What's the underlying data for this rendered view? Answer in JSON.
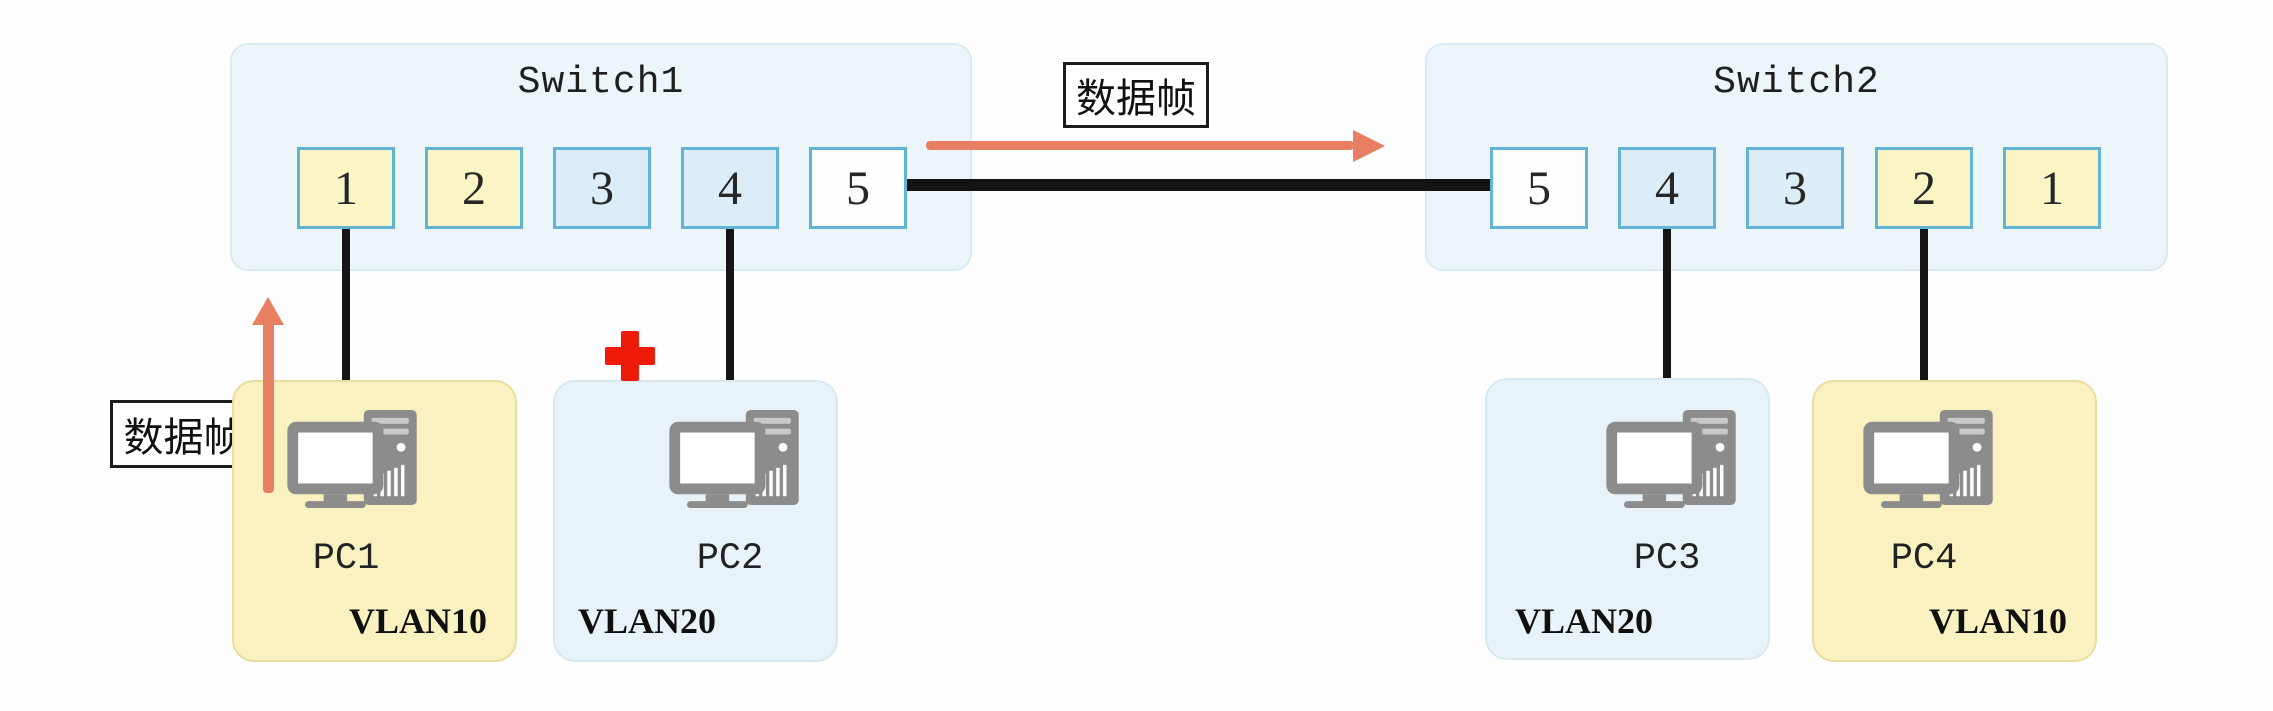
{
  "diagram": {
    "title_note": "VLAN frame-forwarding diagram",
    "switch1": {
      "title": "Switch1",
      "ports": [
        {
          "label": "1",
          "fill": "vlan10-yellow"
        },
        {
          "label": "2",
          "fill": "vlan10-yellow"
        },
        {
          "label": "3",
          "fill": "vlan20-blue"
        },
        {
          "label": "4",
          "fill": "vlan20-blue"
        },
        {
          "label": "5",
          "fill": "trunk-white"
        }
      ]
    },
    "switch2": {
      "title": "Switch2",
      "ports": [
        {
          "label": "5",
          "fill": "trunk-white"
        },
        {
          "label": "4",
          "fill": "vlan20-blue"
        },
        {
          "label": "3",
          "fill": "vlan20-blue"
        },
        {
          "label": "2",
          "fill": "vlan10-yellow"
        },
        {
          "label": "1",
          "fill": "vlan10-yellow"
        }
      ]
    },
    "frame_labels": {
      "top": "数据帧",
      "left": "数据帧"
    },
    "pcs": [
      {
        "name": "PC1",
        "vlan": "VLAN10",
        "box_fill": "yellow",
        "vlan_align": "right"
      },
      {
        "name": "PC2",
        "vlan": "VLAN20",
        "box_fill": "blue",
        "vlan_align": "left"
      },
      {
        "name": "PC3",
        "vlan": "VLAN20",
        "box_fill": "blue",
        "vlan_align": "left"
      },
      {
        "name": "PC4",
        "vlan": "VLAN10",
        "box_fill": "yellow",
        "vlan_align": "right"
      }
    ],
    "icons": {
      "pc": "desktop-computer-icon",
      "blocked": "red-cross-icon"
    },
    "colors": {
      "switch_fill": "#ecf5fa",
      "switch_border": "#d9eaf3",
      "port_border": "#63b3d4",
      "port_vlan10_fill": "#fbf4c5",
      "port_vlan20_fill": "#dcedf7",
      "port_trunk_fill": "#fdfefe",
      "pc_vlan10_box": "#f9f1c0",
      "pc_vlan20_box": "#e8f3f9",
      "frame_arrow": "#e87f63",
      "blocked_cross": "#ed1a0a",
      "cable": "#151515",
      "pc_icon_gray": "#8c8c8c"
    }
  }
}
